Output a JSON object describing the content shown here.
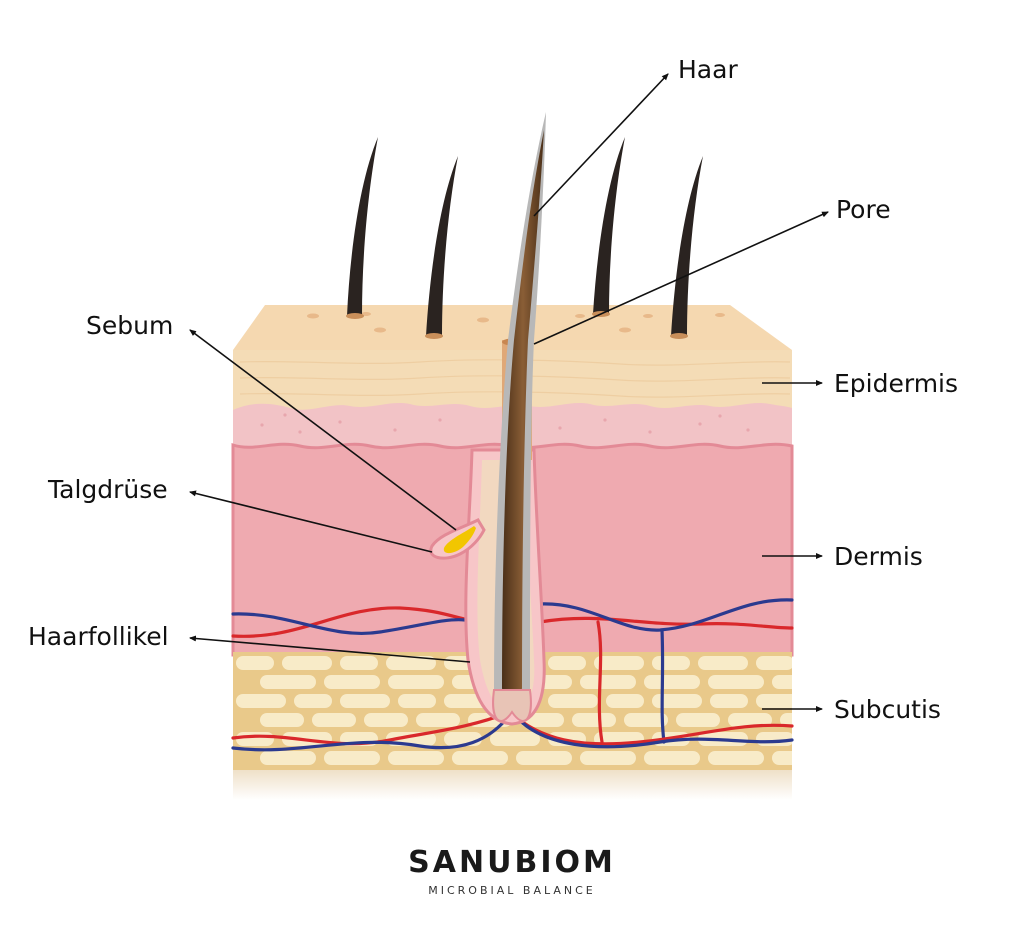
{
  "labels": {
    "haar": "Haar",
    "pore": "Pore",
    "sebum": "Sebum",
    "talgdruese": "Talgdrüse",
    "haarfollikel": "Haarfollikel",
    "epidermis": "Epidermis",
    "dermis": "Dermis",
    "subcutis": "Subcutis"
  },
  "brand": {
    "name": "SANUBIOM",
    "tagline": "MICROBIAL BALANCE"
  },
  "colors": {
    "epidermis_top": "#f5d8b0",
    "epidermis_side": "#f4dcb6",
    "papillary": "#f2c3c6",
    "dermis": "#efaab0",
    "dermis_border": "#e38a96",
    "subcutis": "#e9c98a",
    "fat_cell": "#f8ebc8",
    "hair": "#2a2320",
    "hair_shaft": "#6b4a2a",
    "artery": "#d9282b",
    "vein": "#2b3a8f",
    "sebum": "#f2c600"
  }
}
